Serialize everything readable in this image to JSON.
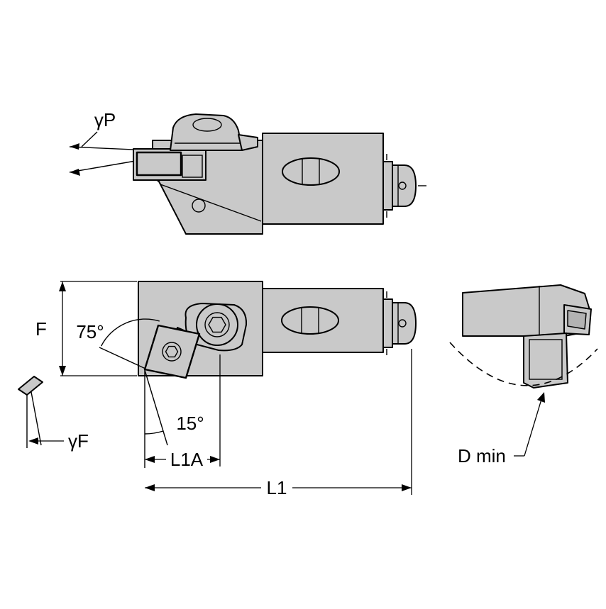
{
  "diagram": {
    "labels": {
      "gamma_p": "γP",
      "f": "F",
      "lead_angle": "75°",
      "incline_angle": "15°",
      "gamma_f": "γF",
      "l1a": "L1A",
      "l1": "L1",
      "d_min": "D min"
    },
    "colors": {
      "body_fill": "#c9c9c9",
      "body_fill_dark": "#b3b3b3",
      "line_color": "#000000",
      "background": "#ffffff"
    }
  }
}
